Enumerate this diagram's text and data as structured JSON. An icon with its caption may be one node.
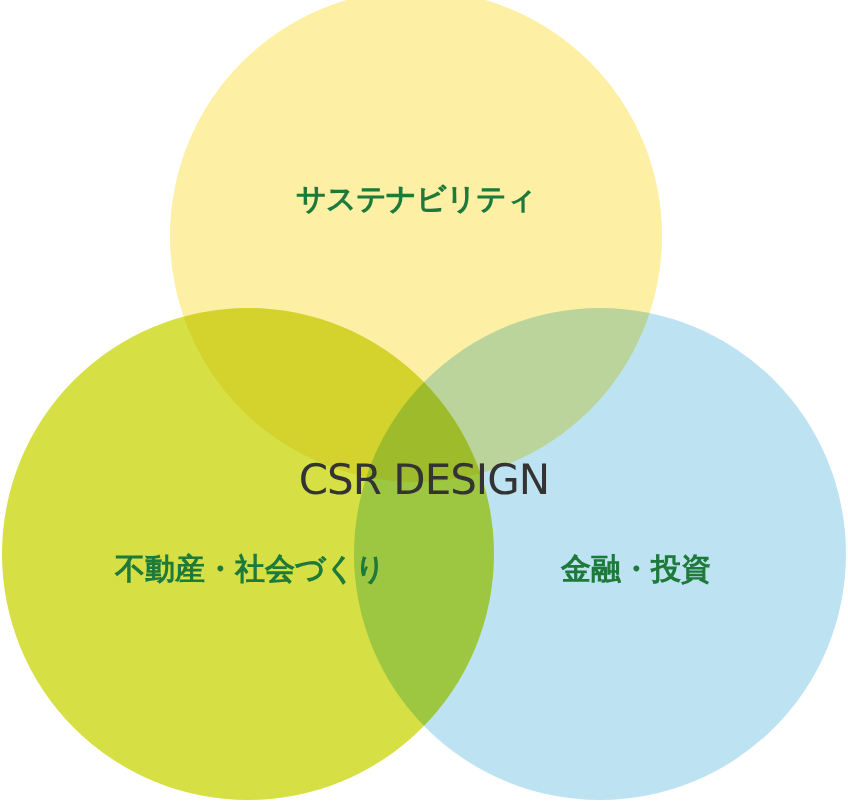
{
  "diagram": {
    "nodes": [
      {
        "text": [
          "サステナビリティ"
        ]
      },
      {
        "text": [
          "不動産・社会づくり"
        ]
      },
      {
        "text": [
          "金融・投資"
        ]
      }
    ],
    "labels": [
      "CSR DESIGN"
    ]
  }
}
